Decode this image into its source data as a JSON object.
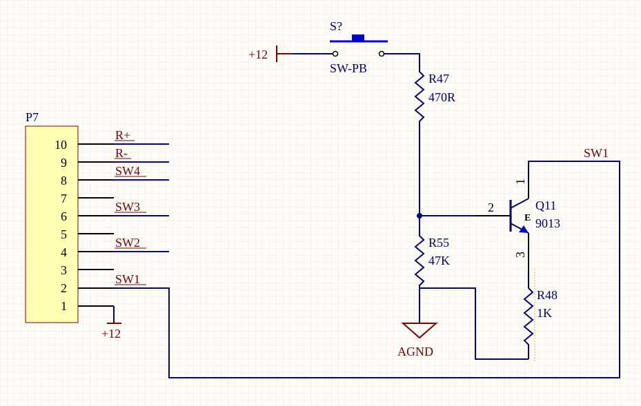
{
  "colors": {
    "background": "#fdfcf7",
    "grid": "#ebe9df",
    "wire": "#000080",
    "component": "#000080",
    "pin": "#000000",
    "power": "#800000",
    "net_label": "#800000",
    "switch": "#0000cc",
    "connector_fill": "#ffffb4",
    "connector_border": "#800000",
    "junction": "#000080"
  },
  "connector": {
    "designator": "P7",
    "pins": [
      "10",
      "9",
      "8",
      "7",
      "6",
      "5",
      "4",
      "3",
      "2",
      "1"
    ],
    "net_labels": [
      "R+",
      "R-",
      "SW4",
      "SW3",
      "SW2",
      "SW1"
    ]
  },
  "power_ports": {
    "p12_left": "+12",
    "p12_bottom": "+12",
    "ground": "AGND"
  },
  "switch": {
    "designator": "S?",
    "value": "SW-PB"
  },
  "resistors": {
    "r47": {
      "designator": "R47",
      "value": "470R"
    },
    "r55": {
      "designator": "R55",
      "value": "47K"
    },
    "r48": {
      "designator": "R48",
      "value": "1K"
    }
  },
  "transistor": {
    "designator": "Q11",
    "value": "9013",
    "pin_base": "2",
    "pin_collector": "1",
    "pin_emitter": "3",
    "marker": "E"
  },
  "net_sw1_right": "SW1"
}
